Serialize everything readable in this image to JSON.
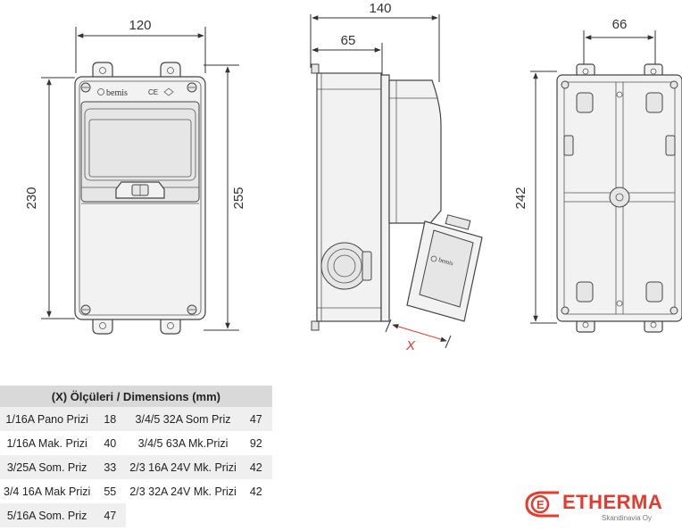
{
  "drawing": {
    "front_view": {
      "width": "120",
      "height_inner": "230",
      "height_outer": "255",
      "brand": "bemis"
    },
    "side_view": {
      "depth": "140",
      "depth_partial": "65",
      "x_marker": "X"
    },
    "back_view": {
      "width": "66",
      "height": "242"
    },
    "colors": {
      "line": "#444444",
      "body": "#f2f2f2",
      "dimension_x": "#e53a2e"
    }
  },
  "table": {
    "header": "(X) Ölçüleri / Dimensions (mm)",
    "rows": [
      {
        "l1": "1/16A Pano Prizi",
        "v1": "18",
        "l2": "3/4/5 32A Som Priz",
        "v2": "47"
      },
      {
        "l1": "1/16A Mak. Prizi",
        "v1": "40",
        "l2": "3/4/5 63A Mk.Prizi",
        "v2": "92"
      },
      {
        "l1": "3/25A Som. Priz",
        "v1": "33",
        "l2": "2/3 16A 24V Mk. Prizi",
        "v2": "42"
      },
      {
        "l1": "3/4 16A Mak Prizi",
        "v1": "55",
        "l2": "2/3 32A 24V Mk. Prizi",
        "v2": "42"
      },
      {
        "l1": "5/16A Som. Priz",
        "v1": "47",
        "l2": "",
        "v2": ""
      }
    ]
  },
  "logo": {
    "name": "ETHERMA",
    "subtitle": "Skandinavia Oy",
    "color": "#e53a2e"
  }
}
